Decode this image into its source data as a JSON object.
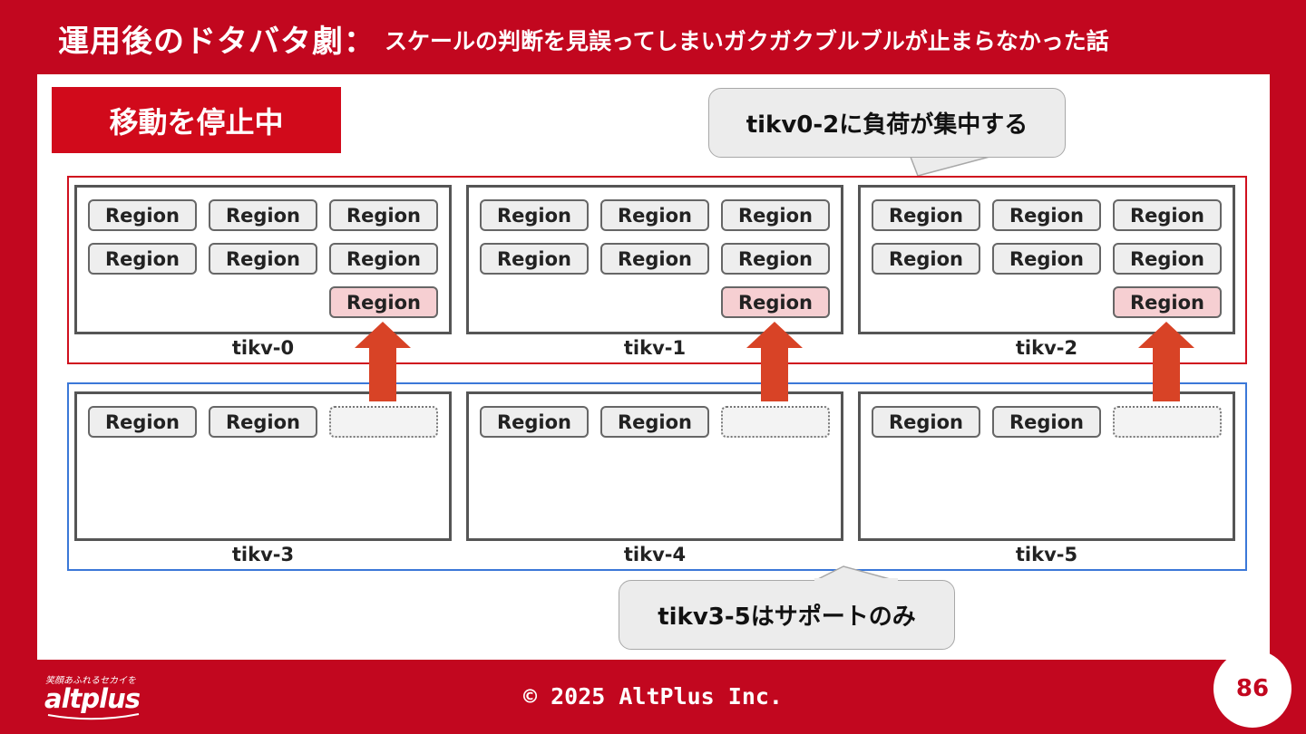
{
  "header": {
    "title_main": "運用後のドタバタ劇：",
    "title_sub": "スケールの判断を見誤ってしまいガクガクブルブルが止まらなかった話"
  },
  "status_tag": "移動を停止中",
  "callouts": {
    "top": "tikv0-2に負荷が集中する",
    "bottom": "tikv3-5はサポートのみ"
  },
  "region_label": "Region",
  "nodes": [
    {
      "name": "tikv-0"
    },
    {
      "name": "tikv-1"
    },
    {
      "name": "tikv-2"
    },
    {
      "name": "tikv-3"
    },
    {
      "name": "tikv-4"
    },
    {
      "name": "tikv-5"
    }
  ],
  "colors": {
    "brand_red": "#c2071f",
    "top_group_border": "#d0101e",
    "bottom_group_border": "#3b78d8",
    "moved_region_fill": "#f6cfd2",
    "arrow": "#d84326"
  },
  "footer": {
    "copyright": "© 2025 AltPlus Inc.",
    "page_number": "86",
    "logo_tagline": "笑顔あふれるセカイを",
    "logo_word": "altplus"
  }
}
